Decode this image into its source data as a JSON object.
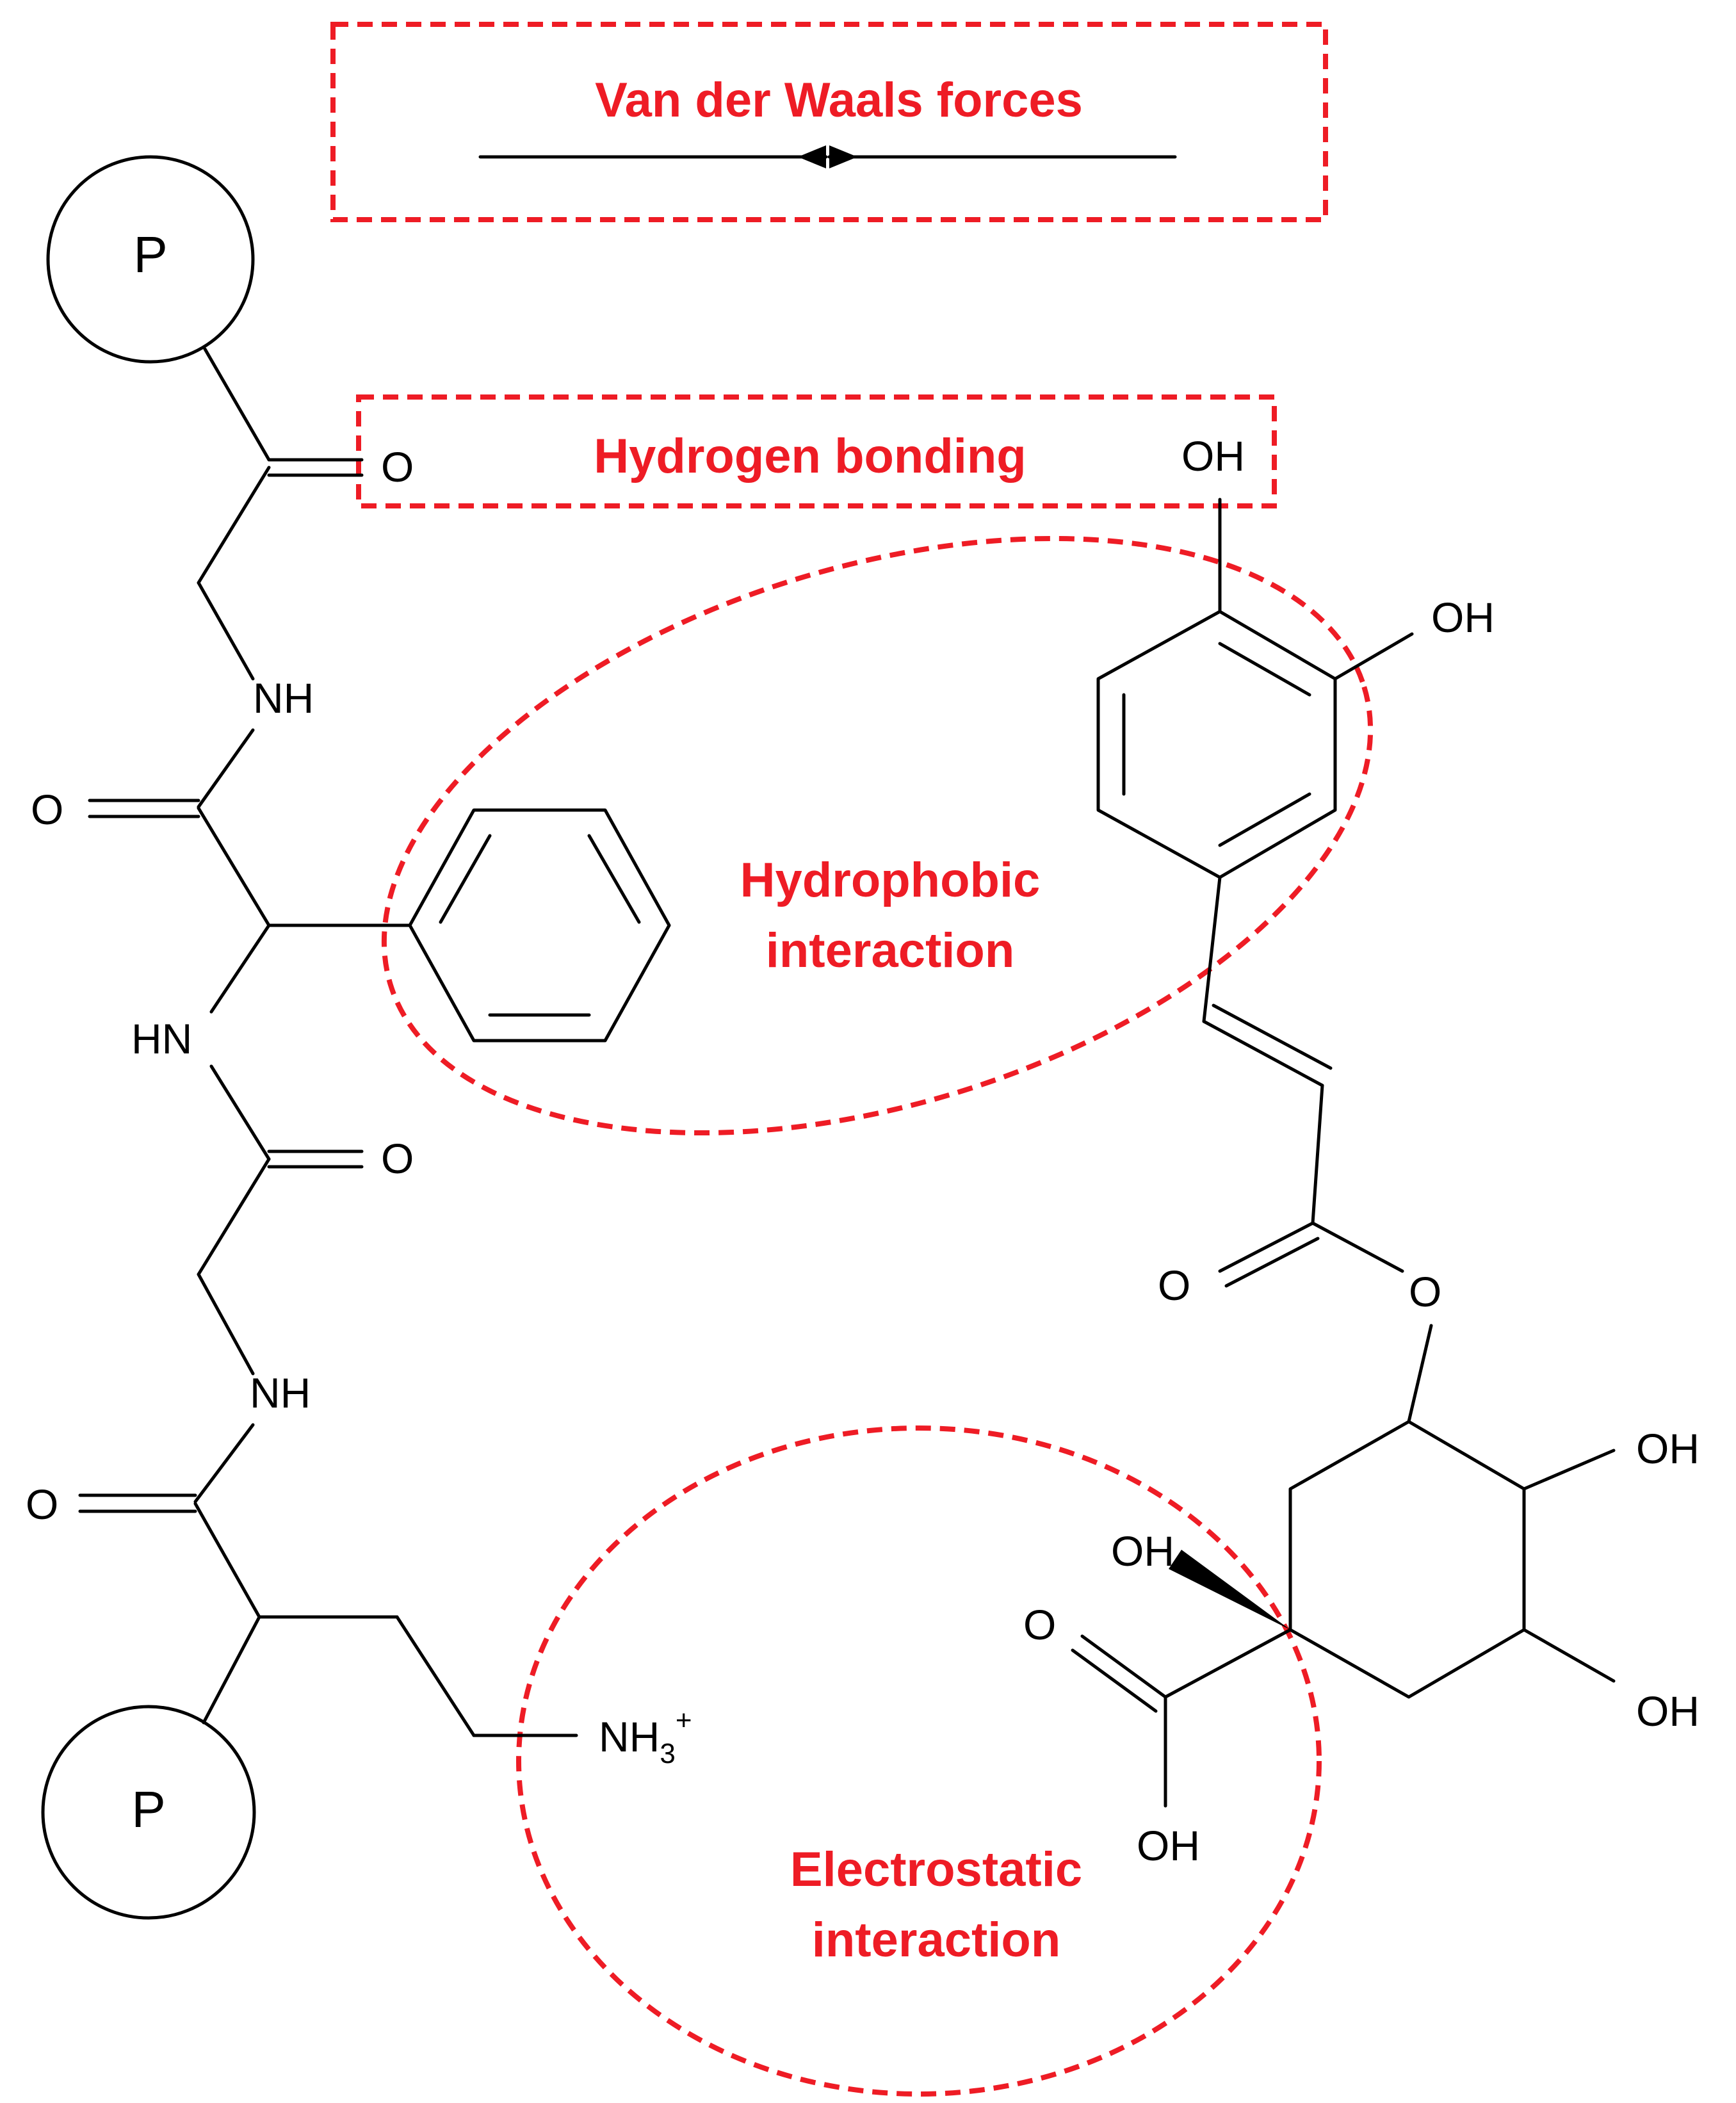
{
  "colors": {
    "annotation": "#ee1c25",
    "structure": "#000000",
    "background": "#ffffff"
  },
  "annotations": {
    "van_der_waals": "Van der Waals forces",
    "hydrogen_bonding": "Hydrogen bonding",
    "hydrophobic_line1": "Hydrophobic",
    "hydrophobic_line2": "interaction",
    "electrostatic_line1": "Electrostatic",
    "electrostatic_line2": "interaction"
  },
  "peptide": {
    "protein_top": "P",
    "protein_bottom": "P",
    "carbonyl_o1": "O",
    "nh1": "NH",
    "carbonyl_o2": "O",
    "hn": "HN",
    "carbonyl_o3": "O",
    "nh2": "NH",
    "carbonyl_o4": "O",
    "amine_base": "NH",
    "amine_sub": "3",
    "amine_charge": "+"
  },
  "chlorogenic_acid": {
    "oh_catechol_top": "OH",
    "oh_catechol_side": "OH",
    "ester_carbonyl_o": "O",
    "ester_o": "O",
    "oh_ring_upper": "OH",
    "oh_ring_lower": "OH",
    "oh_wedge": "OH",
    "acid_carbonyl_o": "O",
    "acid_oh": "OH"
  }
}
